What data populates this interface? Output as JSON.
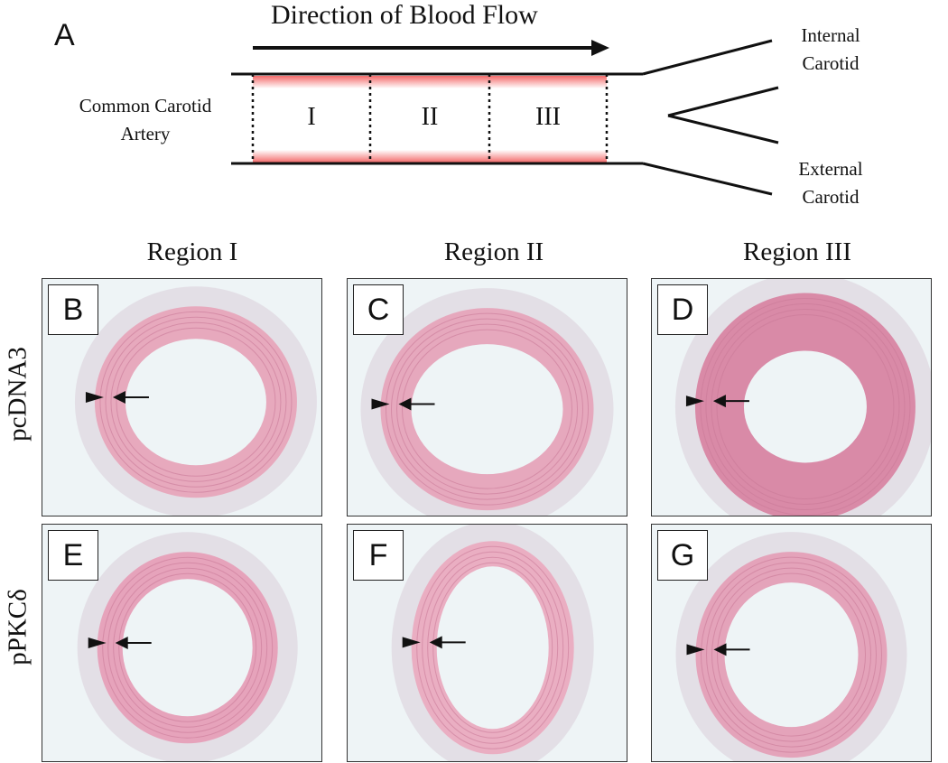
{
  "schematic": {
    "panel_letter": "A",
    "flow_title": "Direction of Blood Flow",
    "common_carotid_line1": "Common Carotid",
    "common_carotid_line2": "Artery",
    "internal_line1": "Internal",
    "internal_line2": "Carotid",
    "external_line1": "External",
    "external_line2": "Carotid",
    "segments": [
      "I",
      "II",
      "III"
    ],
    "wall_color": "#f25a5a"
  },
  "columns": [
    "Region I",
    "Region II",
    "Region III"
  ],
  "rows": [
    "pcDNA3",
    "pPKCδ"
  ],
  "panels": [
    {
      "label": "B",
      "row": "pcDNA3",
      "region": "Region I",
      "tissue": "#e7a9bd"
    },
    {
      "label": "C",
      "row": "pcDNA3",
      "region": "Region II",
      "tissue": "#e6a8bd"
    },
    {
      "label": "D",
      "row": "pcDNA3",
      "region": "Region III",
      "tissue": "#d98aa7"
    },
    {
      "label": "E",
      "row": "pPKCδ",
      "region": "Region I",
      "tissue": "#e6a3bb"
    },
    {
      "label": "F",
      "row": "pPKCδ",
      "region": "Region II",
      "tissue": "#eaaec2"
    },
    {
      "label": "G",
      "row": "pPKCδ",
      "region": "Region III",
      "tissue": "#e4a3ba"
    }
  ],
  "colors": {
    "background_field": "#eef4f6",
    "stroke": "#111111"
  }
}
